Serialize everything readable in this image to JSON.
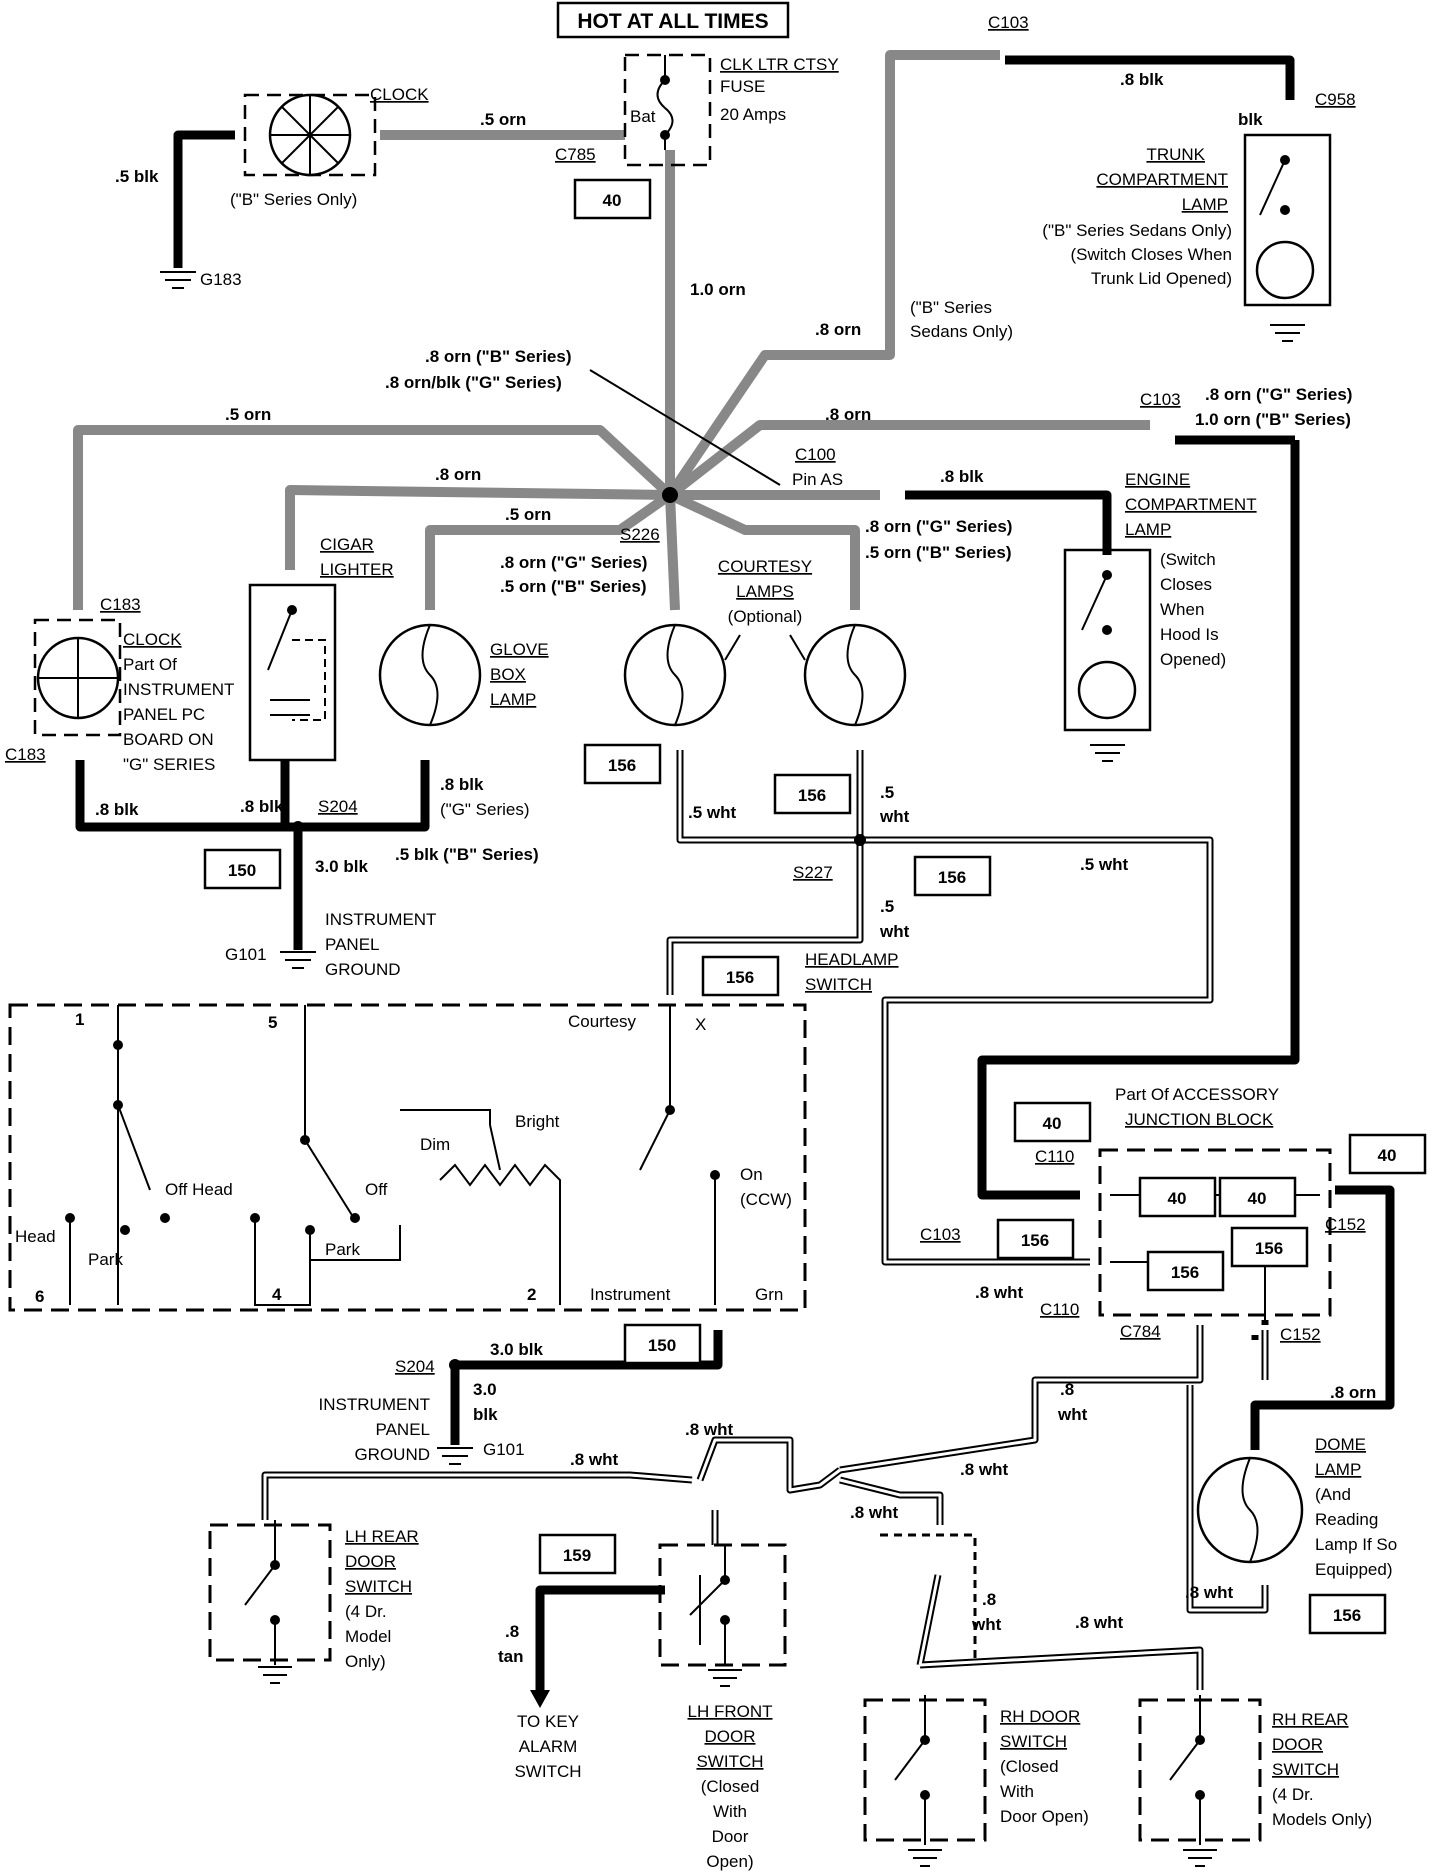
{
  "header": "HOT AT ALL TIMES",
  "fuse": {
    "name": "CLK LTR CTSY",
    "line2": "FUSE",
    "rating": "20 Amps",
    "terminal": "Bat",
    "connector": "C785"
  },
  "clock_top": {
    "label": "CLOCK",
    "note": "(\"B\" Series Only)",
    "wire": ".5 blk",
    "ground": "G183",
    "feed": ".5 orn"
  },
  "connectors": {
    "c103_top": "C103",
    "c958": "C958",
    "c103_right": "C103",
    "c100": "C100",
    "c100_pin": "Pin AS",
    "c183_top": "C183",
    "c183_bot": "C183",
    "s226": "S226",
    "s204": "S204",
    "s227": "S227",
    "s204_low": "S204"
  },
  "trunk": {
    "wire": ".8 blk",
    "wire2": "blk",
    "l1": "TRUNK",
    "l2": "COMPARTMENT",
    "l3": "LAMP",
    "n1": "(\"B\" Series Sedans Only)",
    "n2": "(Switch Closes When",
    "n3": "Trunk Lid Opened)"
  },
  "wires": {
    "w1": "1.0 orn",
    "w2": ".8 orn",
    "w2note1": "(\"B\" Series",
    "w2note2": "Sedans Only)",
    "w3a": ".8 orn (\"B\" Series)",
    "w3b": ".8 orn/blk (\"G\" Series)",
    "w4": ".5 orn",
    "w5": ".8 orn",
    "w6a": ".8 orn (\"G\" Series)",
    "w6b": "1.0 orn (\"B\" Series)",
    "w7": ".8 orn",
    "w8": ".5 orn",
    "w9": ".8 blk",
    "w10a": ".8 orn (\"G\" Series)",
    "w10b": ".5 orn (\"B\" Series)",
    "w11a": ".8 orn (\"G\" Series)",
    "w11b": ".5 orn (\"B\" Series)",
    "w12": ".8 blk",
    "w13": ".8 blk",
    "w14a": ".8 blk",
    "w14b": "(\"G\" Series)",
    "w15": ".5 blk (\"B\" Series)",
    "w16": "3.0 blk",
    "w17": ".5 wht",
    "w18a": ".5",
    "w18b": "wht",
    "w19": ".5 wht",
    "w20a": ".5",
    "w20b": "wht",
    "w21": ".8 wht",
    "w22": "3.0 blk",
    "w23a": "3.0",
    "w23b": "blk",
    "w24": ".8 wht",
    "w25": ".8 wht",
    "w26a": ".8",
    "w26b": "wht",
    "w27": ".8 wht",
    "w28": ".8 wht",
    "w29a": ".8",
    "w29b": "wht",
    "w30": ".8  wht",
    "w31": ".8 wht",
    "w32": ".8 orn",
    "w33a": ".8",
    "w33b": "tan"
  },
  "engine_lamp": {
    "l1": "ENGINE",
    "l2": "COMPARTMENT",
    "l3": "LAMP",
    "n1": "(Switch",
    "n2": "Closes",
    "n3": "When",
    "n4": "Hood Is",
    "n5": "Opened)"
  },
  "courtesy": {
    "l1": "COURTESY",
    "l2": "LAMPS",
    "n1": "(Optional)"
  },
  "cigar": {
    "l1": "CIGAR",
    "l2": "LIGHTER"
  },
  "glove": {
    "l1": "GLOVE",
    "l2": "BOX",
    "l3": "LAMP"
  },
  "clock_ip": {
    "l1": "CLOCK",
    "l2": "Part Of",
    "l3": "INSTRUMENT",
    "l4": "PANEL PC",
    "l5": "BOARD ON",
    "l6": "\"G\" SERIES"
  },
  "ground_ip": {
    "g": "G101",
    "l1": "INSTRUMENT",
    "l2": "PANEL",
    "l3": "GROUND"
  },
  "ground_ip2": {
    "g": "G101",
    "l1": "INSTRUMENT",
    "l2": "PANEL",
    "l3": "GROUND"
  },
  "headlamp": {
    "l1": "HEADLAMP",
    "l2": "SWITCH",
    "courtesy": "Courtesy",
    "x": "X",
    "t1": "1",
    "t5": "5",
    "t6": "6",
    "t4": "4",
    "t2": "2",
    "head": "Head",
    "park": "Park",
    "offhead": "Off Head",
    "off": "Off",
    "park2": "Park",
    "dim": "Dim",
    "bright": "Bright",
    "on": "On",
    "ccw": "(CCW)",
    "instrument": "Instrument",
    "grn": "Grn"
  },
  "junction": {
    "l1": "Part Of ACCESSORY",
    "l2": "JUNCTION BLOCK",
    "c110a": "C110",
    "c110b": "C110",
    "c152a": "C152",
    "c152b": "C152",
    "c103": "C103",
    "c784": "C784"
  },
  "dome": {
    "l1": "DOME",
    "l2": "LAMP",
    "n1": "(And",
    "n2": "Reading",
    "n3": "Lamp If So",
    "n4": "Equipped)"
  },
  "lh_rear": {
    "l1": "LH REAR",
    "l2": "DOOR",
    "l3": "SWITCH",
    "n1": "(4 Dr.",
    "n2": "Model",
    "n3": "Only)"
  },
  "lh_front": {
    "l1": "LH FRONT",
    "l2": "DOOR",
    "l3": "SWITCH",
    "n1": "(Closed",
    "n2": "With",
    "n3": "Door",
    "n4": "Open)"
  },
  "rh_door": {
    "l1": "RH DOOR",
    "l2": "SWITCH",
    "n1": "(Closed",
    "n2": "With",
    "n3": "Door Open)"
  },
  "rh_rear": {
    "l1": "RH REAR",
    "l2": "DOOR",
    "l3": "SWITCH",
    "n1": "(4 Dr.",
    "n2": "Models Only)"
  },
  "key_alarm": {
    "l1": "TO KEY",
    "l2": "ALARM",
    "l3": "SWITCH"
  },
  "refs": {
    "r40a": "40",
    "r156a": "156",
    "r156b": "156",
    "r150a": "150",
    "r156c": "156",
    "r156d": "156",
    "r150b": "150",
    "r40b": "40",
    "r40c": "40",
    "r40d": "40",
    "r40e": "40",
    "r156e": "156",
    "r156f": "156",
    "r156g": "156",
    "r159": "159",
    "r156h": "156"
  }
}
